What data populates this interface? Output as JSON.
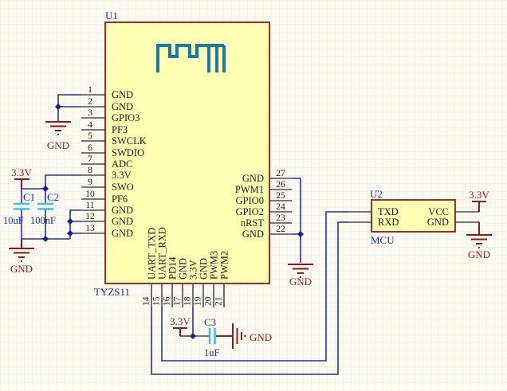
{
  "u1": {
    "ref": "U1",
    "part_label": "TYZS11",
    "left_pins": [
      {
        "num": "1",
        "name": "GND"
      },
      {
        "num": "2",
        "name": "GND"
      },
      {
        "num": "3",
        "name": "GPIO3"
      },
      {
        "num": "4",
        "name": "PF3"
      },
      {
        "num": "5",
        "name": "SWCLK"
      },
      {
        "num": "6",
        "name": "SWDIO"
      },
      {
        "num": "7",
        "name": "ADC"
      },
      {
        "num": "8",
        "name": "3.3V"
      },
      {
        "num": "9",
        "name": "SWO"
      },
      {
        "num": "10",
        "name": "PF6"
      },
      {
        "num": "11",
        "name": "GND"
      },
      {
        "num": "12",
        "name": "GND"
      },
      {
        "num": "13",
        "name": "GND"
      }
    ],
    "right_pins": [
      {
        "num": "27",
        "name": "GND"
      },
      {
        "num": "26",
        "name": "PWM1"
      },
      {
        "num": "25",
        "name": "GPIO0"
      },
      {
        "num": "24",
        "name": "GPIO2"
      },
      {
        "num": "23",
        "name": "nRST"
      },
      {
        "num": "22",
        "name": "GND"
      }
    ],
    "bottom_pins": [
      {
        "num": "14",
        "name": "UART_TXD"
      },
      {
        "num": "15",
        "name": "UART_RXD"
      },
      {
        "num": "16",
        "name": "PD14"
      },
      {
        "num": "17",
        "name": "GND"
      },
      {
        "num": "18",
        "name": "3.3V"
      },
      {
        "num": "19",
        "name": "GND"
      },
      {
        "num": "20",
        "name": "PWM3"
      },
      {
        "num": "21",
        "name": "PWM2"
      }
    ]
  },
  "u2": {
    "ref": "U2",
    "part_label": "MCU",
    "pins": {
      "txd": "TXD",
      "rxd": "RXD",
      "vcc": "VCC",
      "gnd": "GND"
    }
  },
  "capacitors": {
    "c1": {
      "ref": "C1",
      "value": "10uF"
    },
    "c2": {
      "ref": "C2",
      "value": "100nF"
    },
    "c3": {
      "ref": "C3",
      "value": "1uF"
    }
  },
  "nets": {
    "v33": "3.3V",
    "gnd": "GND"
  },
  "colors": {
    "wire": "#2b2bb4",
    "pin_stub": "#4d4d4d",
    "component_outline": "#8e1b1b",
    "component_fill": "#ffffb3",
    "net_label": "#a21c1c",
    "ref_label": "#2424bb",
    "cap_plate": "#3fc0da",
    "antenna": "#1878aa",
    "junction": "#1c1c9c"
  }
}
